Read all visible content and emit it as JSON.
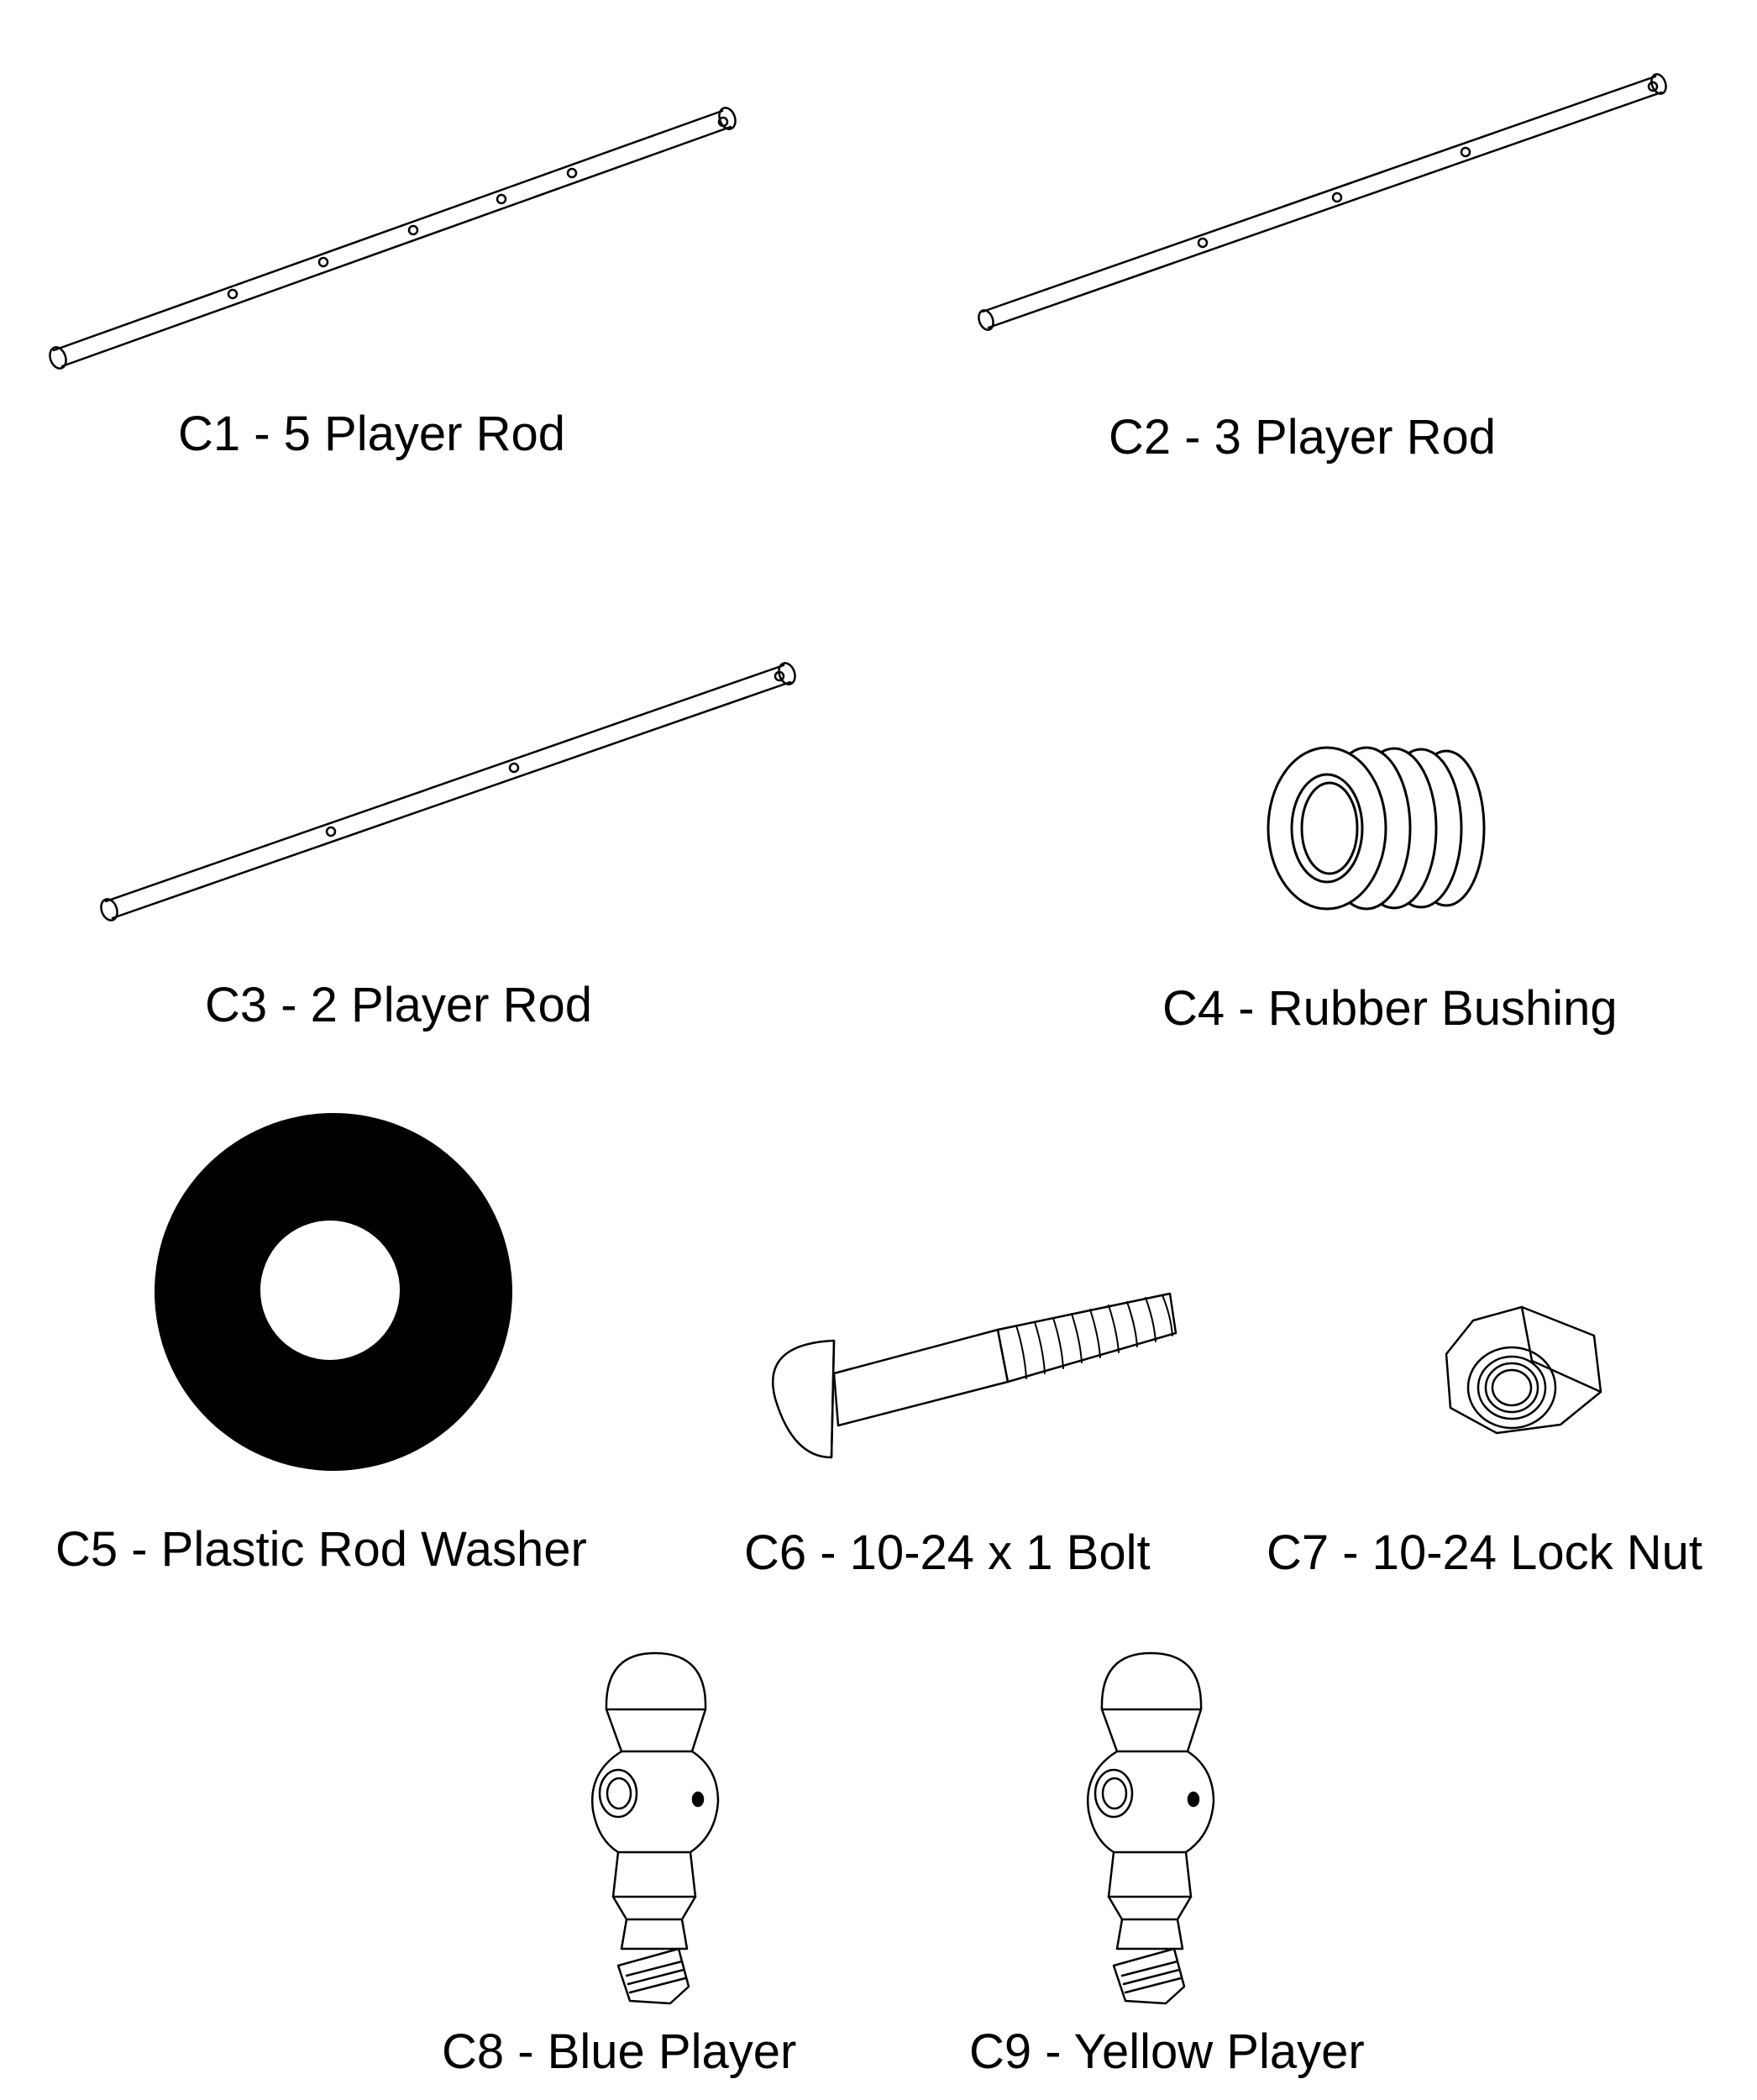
{
  "parts": {
    "c1": {
      "label": "C1 - 5 Player Rod"
    },
    "c2": {
      "label": "C2 - 3 Player Rod"
    },
    "c3": {
      "label": "C3 - 2 Player Rod"
    },
    "c4": {
      "label": "C4 - Rubber Bushing"
    },
    "c5": {
      "label": "C5 - Plastic Rod Washer"
    },
    "c6": {
      "label": "C6 - 10-24 x 1 Bolt"
    },
    "c7": {
      "label": "C7 - 10-24 Lock Nut"
    },
    "c8": {
      "label": "C8 - Blue Player"
    },
    "c9": {
      "label": "C9 - Yellow Player"
    }
  },
  "colors": {
    "ink": "#000000",
    "paper": "#ffffff"
  }
}
